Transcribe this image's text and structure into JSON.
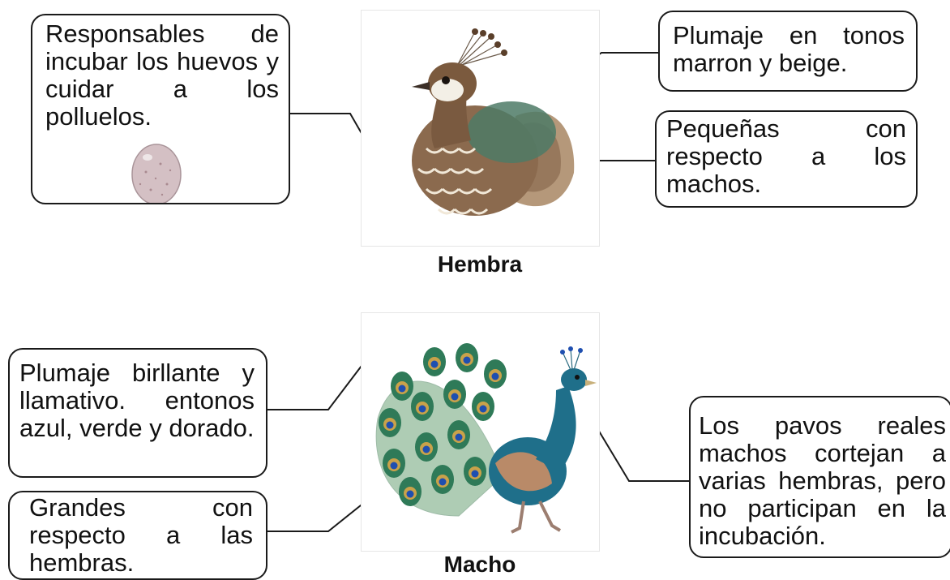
{
  "female": {
    "caption": "Hembra",
    "image_icon": "peahen-illustration",
    "notes": {
      "incubation": "Responsables de incubar los huevos y cuidar a los polluelos.",
      "plumage": "Plumaje en tonos marron y beige.",
      "size": "Pequeñas con respecto a los machos."
    },
    "egg_icon": "egg-icon"
  },
  "male": {
    "caption": "Macho",
    "image_icon": "peacock-illustration",
    "notes": {
      "plumage": "Plumaje birllante y llamativo. entonos azul, verde y dorado.",
      "size": "Grandes con respecto a las hembras.",
      "courtship": "Los pavos reales machos cortejan a varias hembras, pero no participan en la incubación."
    }
  }
}
